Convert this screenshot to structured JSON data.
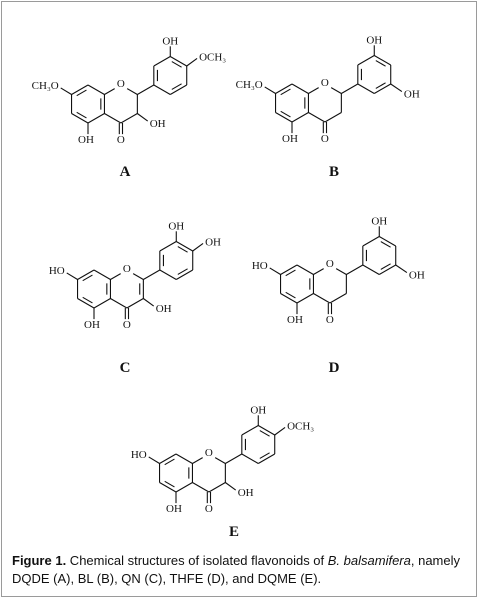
{
  "structures": [
    {
      "id": "A",
      "label": "A",
      "subs": {
        "oh_top": "OH",
        "meta_sub": "OCH₃",
        "left_sub": "CH₃O",
        "c3_sub": "OH",
        "c5_sub": "OH",
        "carbonyl": "O",
        "ring_o": "O"
      }
    },
    {
      "id": "B",
      "label": "B",
      "subs": {
        "oh_top": "OH",
        "meta_sub": "OH",
        "left_sub": "CH₃O",
        "c5_sub": "OH",
        "carbonyl": "O",
        "ring_o": "O"
      }
    },
    {
      "id": "C",
      "label": "C",
      "subs": {
        "oh_top": "OH",
        "meta_sub": "OH",
        "left_sub": "HO",
        "c3_sub": "OH",
        "c5_sub": "OH",
        "carbonyl": "O",
        "ring_o": "O"
      }
    },
    {
      "id": "D",
      "label": "D",
      "subs": {
        "oh_top": "OH",
        "meta_sub": "OH",
        "left_sub": "HO",
        "c5_sub": "OH",
        "carbonyl": "O",
        "ring_o": "O"
      }
    },
    {
      "id": "E",
      "label": "E",
      "subs": {
        "oh_top": "OH",
        "meta_sub": "OCH₃",
        "left_sub": "HO",
        "c3_sub": "OH",
        "c5_sub": "OH",
        "carbonyl": "O",
        "ring_o": "O"
      }
    }
  ],
  "caption": {
    "figure_label": "Figure 1.",
    "text_before": " Chemical structures of isolated flavonoids of ",
    "species": "B. balsamifera",
    "text_after": ", namely DQDE (A), BL (B), QN (C), THFE (D), and DQME (E)."
  }
}
